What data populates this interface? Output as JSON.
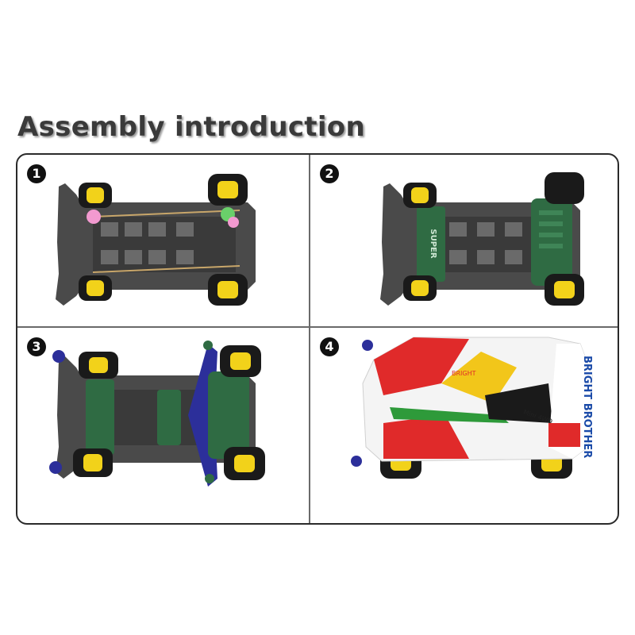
{
  "title": "Assembly introduction",
  "steps": [
    {
      "number": "1"
    },
    {
      "number": "2"
    },
    {
      "number": "3"
    },
    {
      "number": "4"
    }
  ],
  "body_text": {
    "motor_cover_label": "SUPER",
    "brand_text": "BRIGHT BROTHER",
    "model_text": "Mini 4WD",
    "hood_text": "BRIGHT"
  },
  "colors": {
    "chassis": "#4a4a4a",
    "wheel_rim": "#f2d21a",
    "tire": "#1a1a1a",
    "green_part": "#2f6b43",
    "blue_part": "#2c2f9a",
    "pink_gear": "#f29ad0",
    "body_red": "#e02a2a",
    "body_green": "#2e9a3a",
    "brand_blue": "#1a4aa8"
  }
}
